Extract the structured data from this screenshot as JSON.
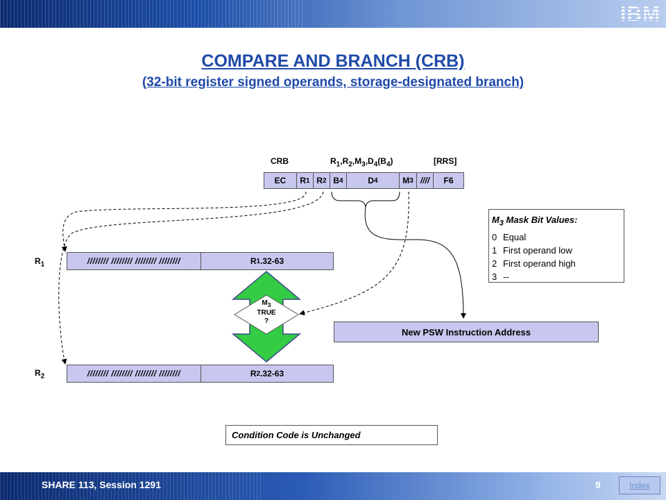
{
  "header": {
    "logo_text": "IBM"
  },
  "title": {
    "main": "COMPARE AND BRANCH (CRB)",
    "sub": "(32-bit register signed operands, storage-designated branch)"
  },
  "format": {
    "mnemonic": "CRB",
    "operands_parts": {
      "r1": "R",
      "r1_sub": "1",
      "r2": ",R",
      "r2_sub": "2",
      "m3": ",M",
      "m3_sub": "3",
      "d4": ",D",
      "d4_sub": "4",
      "b4": "(B",
      "b4_sub": "4",
      "close": ")"
    },
    "type": "[RRS]",
    "fields": {
      "ec": "EC",
      "r1": "R",
      "r1_sub": "1",
      "r2": "R",
      "r2_sub": "2",
      "b4": "B",
      "b4_sub": "4",
      "d4": "D",
      "d4_sub": "4",
      "m3": "M",
      "m3_sub": "3",
      "slashes": "////",
      "f6": "F6"
    }
  },
  "registers": {
    "r1_label": "R",
    "r1_label_sub": "1",
    "r1_high": "//////// //////// //////// ////////",
    "r1_low": "R",
    "r1_low_sub": "1",
    "r1_low_suffix": ".32-63",
    "r2_label": "R",
    "r2_label_sub": "2",
    "r2_high": "//////// //////// //////// ////////",
    "r2_low": "R",
    "r2_low_sub": "2",
    "r2_low_suffix": ".32-63"
  },
  "decision": {
    "m": "M",
    "m_sub": "3",
    "line2": "TRUE",
    "line3": "?"
  },
  "mask": {
    "title": "M",
    "title_sub": "3",
    "title_rest": " Mask Bit Values:",
    "rows": [
      {
        "bit": "0",
        "meaning": "Equal"
      },
      {
        "bit": "1",
        "meaning": "First operand low"
      },
      {
        "bit": "2",
        "meaning": "First operand high"
      },
      {
        "bit": "3",
        "meaning": "--"
      }
    ]
  },
  "psw_box": "New PSW Instruction Address",
  "condition_box": "Condition Code is Unchanged",
  "footer": {
    "session": "SHARE 113, Session 1291",
    "page": "9",
    "index": "Index"
  },
  "colors": {
    "title": "#1f4aa8",
    "field_fill": "#c7c7ef",
    "arrow_fill": "#33cc44"
  }
}
